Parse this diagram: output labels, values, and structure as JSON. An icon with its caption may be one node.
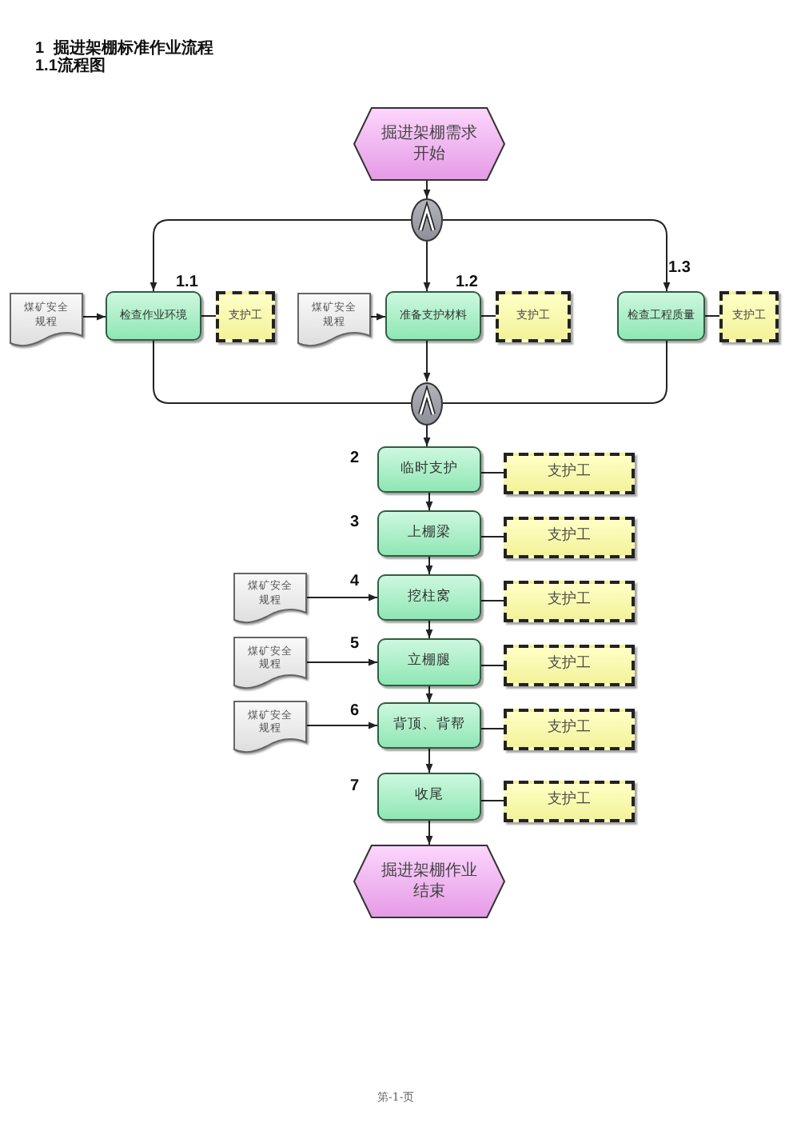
{
  "diagram": {
    "title": "1 掘进架棚标准作业流程",
    "nodes": [
      {
        "text": [
          "掘进架棚需求开始"
        ]
      },
      {
        "text": [],
        "shape": "circle"
      },
      {
        "text": [
          "煤矿安全规程"
        ]
      },
      {
        "text": [
          "检查作业环境"
        ],
        "beside": [
          "1.1"
        ]
      },
      {
        "text": [
          "支护工"
        ]
      },
      {
        "text": [
          "煤矿安全规程"
        ]
      },
      {
        "text": [
          "准备支护材料"
        ],
        "beside": [
          "1.2"
        ]
      },
      {
        "text": [
          "支护工"
        ]
      },
      {
        "text": [
          "检查工程质量"
        ],
        "beside": [
          "1.3"
        ]
      },
      {
        "text": [
          "支护工"
        ]
      },
      {
        "text": [],
        "shape": "circle"
      },
      {
        "text": [
          "临时支护"
        ],
        "beside": [
          "2"
        ]
      },
      {
        "text": [
          "支护工"
        ]
      },
      {
        "text": [
          "上棚梁"
        ],
        "beside": [
          "3"
        ]
      },
      {
        "text": [
          "支护工"
        ]
      },
      {
        "text": [
          "煤矿安全规程"
        ]
      },
      {
        "text": [
          "挖柱窝"
        ],
        "beside": [
          "4"
        ]
      },
      {
        "text": [
          "支护工"
        ]
      },
      {
        "text": [
          "煤矿安全规程"
        ]
      },
      {
        "text": [
          "立棚腿"
        ],
        "beside": [
          "5"
        ]
      },
      {
        "text": [
          "支护工"
        ]
      },
      {
        "text": [
          "煤矿安全规程"
        ]
      },
      {
        "text": [
          "背顶、背帮"
        ],
        "beside": [
          "6"
        ]
      },
      {
        "text": [
          "支护工"
        ]
      },
      {
        "text": [
          "收尾"
        ],
        "beside": [
          "7"
        ]
      },
      {
        "text": [
          "支护工"
        ]
      },
      {
        "text": [
          "掘进架棚作业结束"
        ]
      }
    ],
    "edges": [
      {
        "from": 0,
        "to": 1,
        "arrow": "to"
      },
      {
        "from": 1,
        "to": 3,
        "arrow": "to"
      },
      {
        "from": 1,
        "to": 6,
        "arrow": "to"
      },
      {
        "from": 1,
        "to": 8,
        "arrow": "to"
      },
      {
        "from": 2,
        "to": 3,
        "arrow": "to"
      },
      {
        "from": 3,
        "to": 4,
        "arrow": "none"
      },
      {
        "from": 5,
        "to": 6,
        "arrow": "to"
      },
      {
        "from": 6,
        "to": 7,
        "arrow": "none"
      },
      {
        "from": 8,
        "to": 9,
        "arrow": "none"
      },
      {
        "from": 3,
        "to": 10,
        "arrow": "none"
      },
      {
        "from": 6,
        "to": 10,
        "arrow": "to"
      },
      {
        "from": 8,
        "to": 10,
        "arrow": "none"
      },
      {
        "from": 10,
        "to": 11,
        "arrow": "to"
      },
      {
        "from": 11,
        "to": 12,
        "arrow": "none"
      },
      {
        "from": 11,
        "to": 13,
        "arrow": "to"
      },
      {
        "from": 13,
        "to": 14,
        "arrow": "none"
      },
      {
        "from": 15,
        "to": 16,
        "arrow": "to"
      },
      {
        "from": 13,
        "to": 16,
        "arrow": "to"
      },
      {
        "from": 16,
        "to": 17,
        "arrow": "none"
      },
      {
        "from": 18,
        "to": 19,
        "arrow": "to"
      },
      {
        "from": 16,
        "to": 19,
        "arrow": "to"
      },
      {
        "from": 19,
        "to": 20,
        "arrow": "none"
      },
      {
        "from": 21,
        "to": 22,
        "arrow": "to"
      },
      {
        "from": 19,
        "to": 22,
        "arrow": "to"
      },
      {
        "from": 22,
        "to": 23,
        "arrow": "none"
      },
      {
        "from": 22,
        "to": 24,
        "arrow": "to"
      },
      {
        "from": 24,
        "to": 25,
        "arrow": "none"
      },
      {
        "from": 24,
        "to": 26,
        "arrow": "to"
      }
    ],
    "labels": [
      "1.1流程图",
      "第-1-页"
    ]
  }
}
